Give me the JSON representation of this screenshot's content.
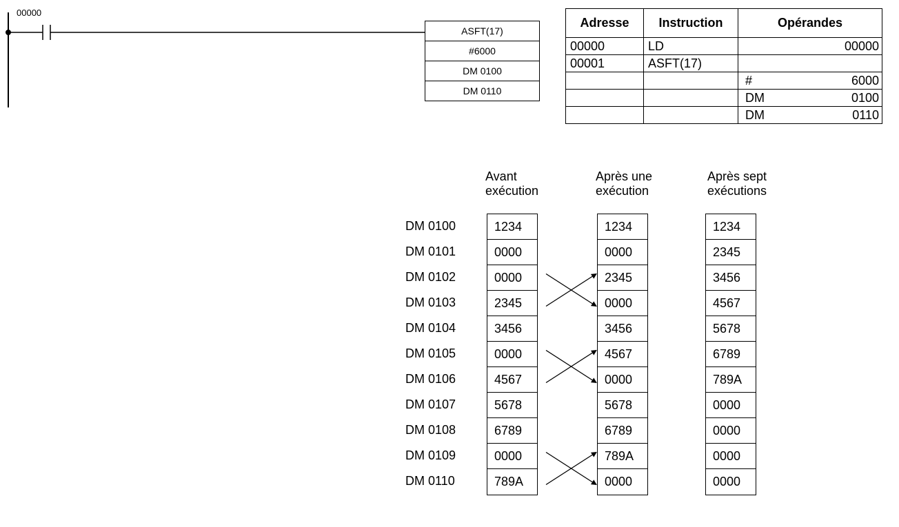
{
  "ladder": {
    "contact_label": "00000",
    "instruction_block": [
      "ASFT(17)",
      "#6000",
      "DM 0100",
      "DM 0110"
    ]
  },
  "mnemonic_table": {
    "headers": [
      "Adresse",
      "Instruction",
      "Opérandes"
    ],
    "rows": [
      {
        "address": "00000",
        "instruction": "LD",
        "prefix": "",
        "value": "00000"
      },
      {
        "address": "00001",
        "instruction": "ASFT(17)",
        "prefix": "",
        "value": ""
      },
      {
        "address": "",
        "instruction": "",
        "prefix": "#",
        "value": "6000"
      },
      {
        "address": "",
        "instruction": "",
        "prefix": "DM",
        "value": "0100"
      },
      {
        "address": "",
        "instruction": "",
        "prefix": "DM",
        "value": "0110"
      }
    ]
  },
  "shift_diagram": {
    "columns": [
      {
        "header_line1": "Avant",
        "header_line2": "exécution"
      },
      {
        "header_line1": "Après une",
        "header_line2": "exécution"
      },
      {
        "header_line1": "Après sept",
        "header_line2": "exécutions"
      }
    ],
    "row_labels": [
      "DM 0100",
      "DM 0101",
      "DM 0102",
      "DM 0103",
      "DM 0104",
      "DM 0105",
      "DM 0106",
      "DM 0107",
      "DM 0108",
      "DM 0109",
      "DM 0110"
    ],
    "before": [
      "1234",
      "0000",
      "0000",
      "2345",
      "3456",
      "0000",
      "4567",
      "5678",
      "6789",
      "0000",
      "789A"
    ],
    "after_one": [
      "1234",
      "0000",
      "2345",
      "0000",
      "3456",
      "4567",
      "0000",
      "5678",
      "6789",
      "789A",
      "0000"
    ],
    "after_seven": [
      "1234",
      "2345",
      "3456",
      "4567",
      "5678",
      "6789",
      "789A",
      "0000",
      "0000",
      "0000",
      "0000"
    ]
  }
}
